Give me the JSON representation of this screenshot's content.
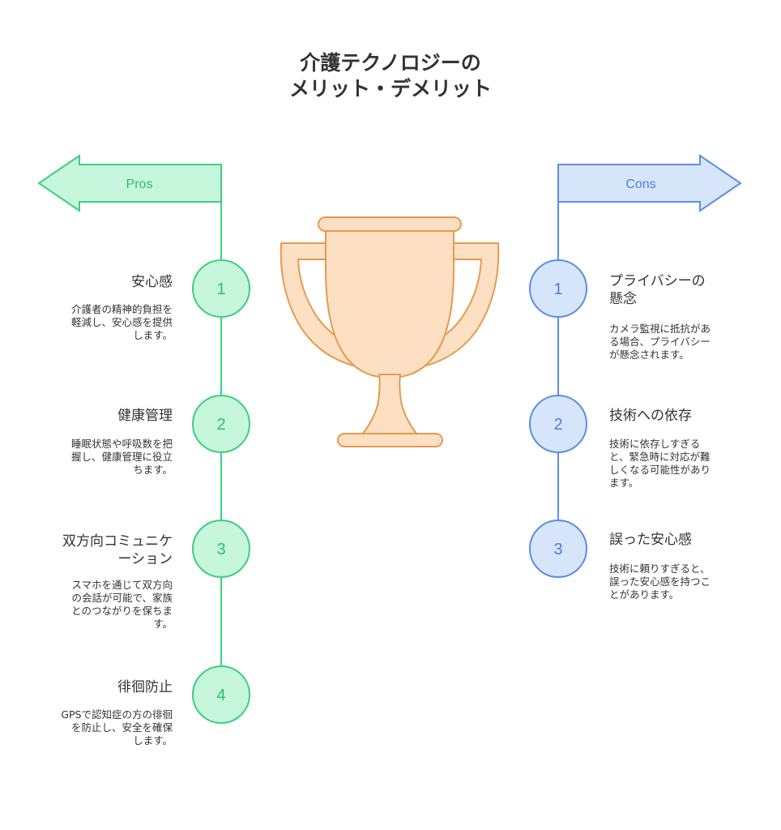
{
  "title": {
    "line1": "介護テクノロジーの",
    "line2": "メリット・デメリット"
  },
  "colors": {
    "pros_fill": "#c6f6dc",
    "pros_stroke": "#3ccf7e",
    "pros_text": "#2ec06a",
    "cons_fill": "#d7e5fb",
    "cons_stroke": "#5b8ee6",
    "cons_text": "#4a80e0",
    "trophy_fill": "#fde0c4",
    "trophy_stroke": "#e69a4c"
  },
  "pros": {
    "label": "Pros",
    "items": [
      {
        "num": "1",
        "heading": "安心感",
        "desc": [
          "介護者の精神的負担を",
          "軽減し、安心感を提供",
          "します。"
        ]
      },
      {
        "num": "2",
        "heading": "健康管理",
        "desc": [
          "睡眠状態や呼吸数を把",
          "握し、健康管理に役立",
          "ちます。"
        ]
      },
      {
        "num": "3",
        "heading": [
          "双方向コミュニケ",
          "ーション"
        ],
        "desc": [
          "スマホを通じて双方向",
          "の会話が可能で、家族",
          "とのつながりを保ちま",
          "す。"
        ]
      },
      {
        "num": "4",
        "heading": "徘徊防止",
        "desc": [
          "GPSで認知症の方の徘徊",
          "を防止し、安全を確保",
          "します。"
        ]
      }
    ]
  },
  "cons": {
    "label": "Cons",
    "items": [
      {
        "num": "1",
        "heading": [
          "プライバシーの",
          "懸念"
        ],
        "desc": [
          "カメラ監視に抵抗があ",
          "る場合、プライバシー",
          "が懸念されます。"
        ]
      },
      {
        "num": "2",
        "heading": "技術への依存",
        "desc": [
          "技術に依存しすぎる",
          "と、緊急時に対応が難",
          "しくなる可能性があり",
          "ます。"
        ]
      },
      {
        "num": "3",
        "heading": "誤った安心感",
        "desc": [
          "技術に頼りすぎると、",
          "誤った安心感を持つこ",
          "とがあります。"
        ]
      }
    ]
  }
}
